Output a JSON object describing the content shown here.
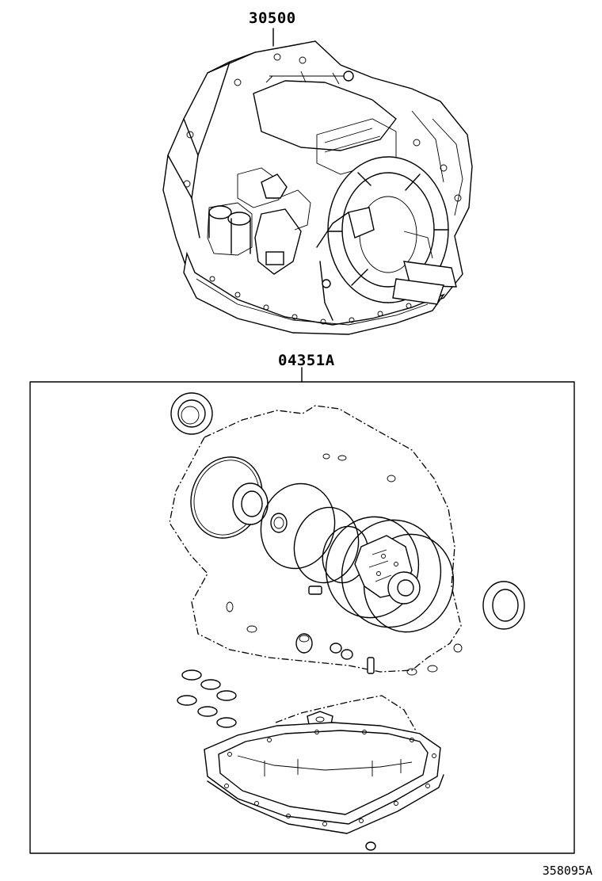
{
  "labels": {
    "transaxle_part_no": "30500",
    "gasket_kit_part_no": "04351A",
    "diagram_ref": "358095A"
  },
  "icons": {
    "transaxle": "transaxle-assembly-illustration",
    "kit": "overhaul-gasket-kit-illustration"
  },
  "colors": {
    "line": "#000000",
    "background": "#ffffff"
  }
}
